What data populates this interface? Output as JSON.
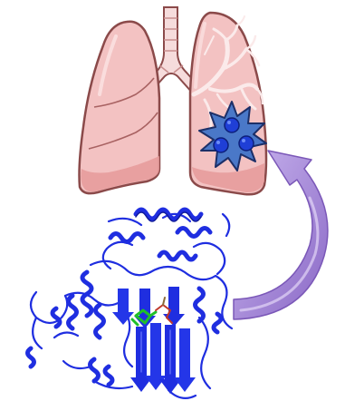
{
  "figure": {
    "elements": [
      "lungs",
      "lung-tumor",
      "protein-structure",
      "pointer-arrow"
    ],
    "colors": {
      "background": "#ffffff",
      "lung_fill": "#f3c2c2",
      "lung_shade": "#e59a9a",
      "lung_outline": "#8b4a4a",
      "bronchial_tree": "#fbeaea",
      "trachea_fill": "#f6dcdc",
      "tumor_fill": "#4a78c8",
      "tumor_outline": "#1c2f68",
      "tumor_cell": "#1f3fd6",
      "protein_ribbon": "#1f2ee0",
      "protein_ribbon_dark": "#101a9a",
      "ligand_green": "#1fbf2a",
      "ligand_red": "#c0392b",
      "arrow_fill": "#a98bd8",
      "arrow_shade": "#7b58b8"
    }
  }
}
